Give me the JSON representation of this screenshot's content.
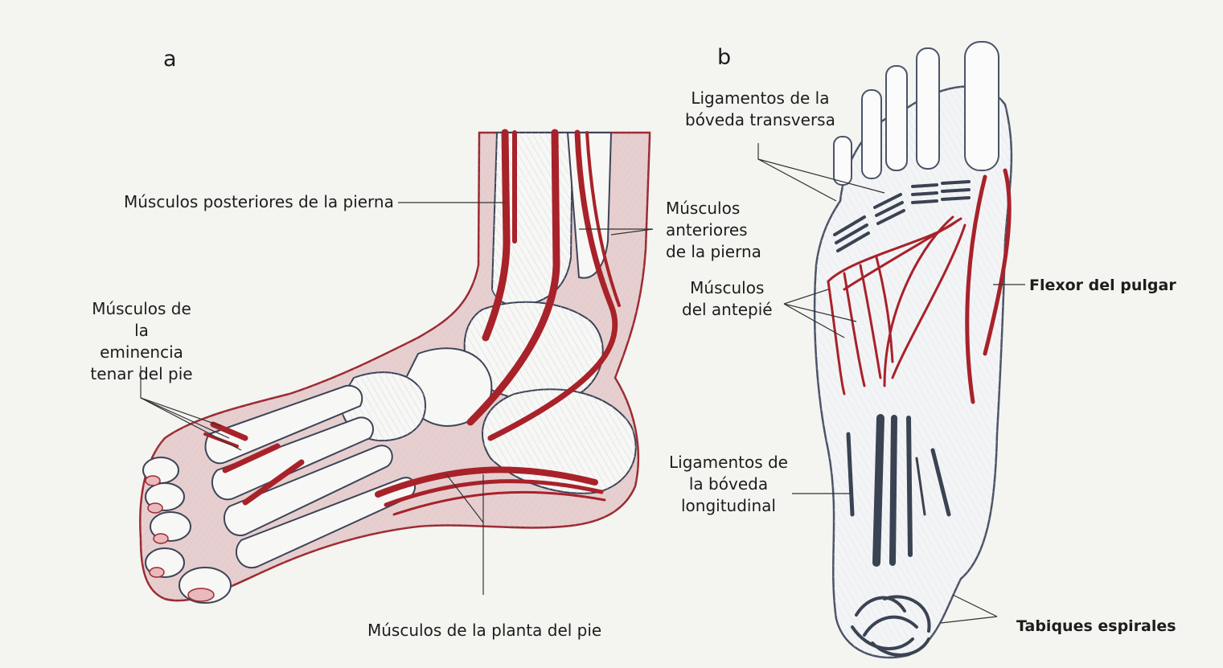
{
  "panels": {
    "a": "a",
    "b": "b"
  },
  "labels_a": {
    "posteriores": "Músculos posteriores de la pierna",
    "anteriores": "Músculos\nanteriores\nde la pierna",
    "tenar": "Músculos de la\neminencia tenar del pie",
    "planta": "Músculos de la planta del pie"
  },
  "labels_b": {
    "transversa": "Ligamentos de la\nbóveda transversa",
    "antepie": "Músculos\ndel antepié",
    "flexor": "Flexor del pulgar",
    "longitudinal": "Ligamentos de\nla bóveda\nlongitudinal",
    "tabiques": "Tabiques espirales"
  },
  "colors": {
    "muscle": "#a8222a",
    "muscle_light": "#dca0a2",
    "ligament": "#3a4352",
    "outline": "#44506a",
    "paper": "#f4f4f1"
  }
}
